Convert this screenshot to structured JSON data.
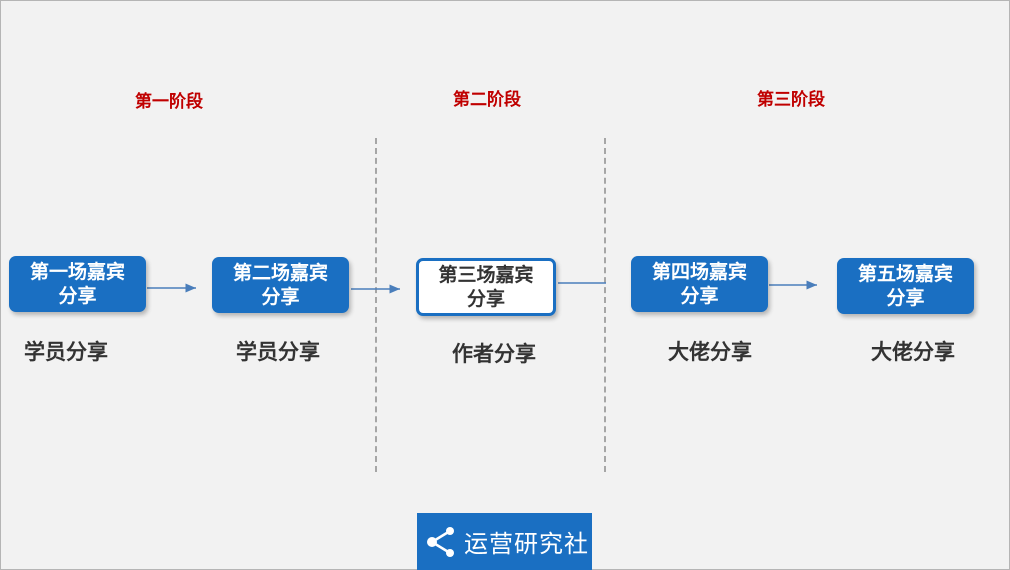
{
  "stages": [
    "第一阶段",
    "第二阶段",
    "第三阶段"
  ],
  "sessions": [
    {
      "label": "第一场嘉宾分享",
      "caption": "学员分享"
    },
    {
      "label": "第二场嘉宾分享",
      "caption": "学员分享"
    },
    {
      "label": "第三场嘉宾分享",
      "caption": "作者分享"
    },
    {
      "label": "第四场嘉宾分享",
      "caption": "大佬分享"
    },
    {
      "label": "第五场嘉宾分享",
      "caption": "大佬分享"
    }
  ],
  "logo": {
    "text": "运营研究社",
    "icon": "share-icon"
  },
  "colors": {
    "accent": "#1a6fc2",
    "stage_title": "#c00000",
    "caption": "#333333"
  }
}
